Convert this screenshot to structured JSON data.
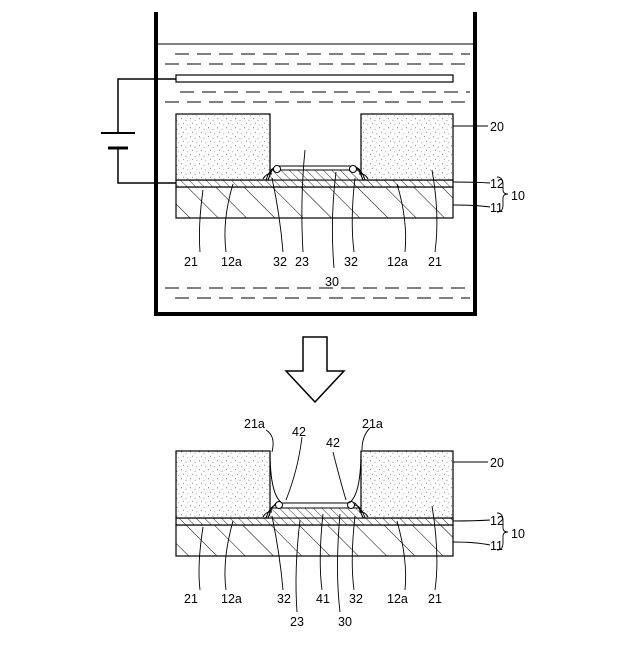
{
  "labels": {
    "l20": "20",
    "l12": "12",
    "l11": "11",
    "l10": "10",
    "l21": "21",
    "l12a": "12a",
    "l32": "32",
    "l23": "23",
    "l30": "30",
    "l41": "41",
    "l42": "42",
    "l21a": "21a"
  }
}
